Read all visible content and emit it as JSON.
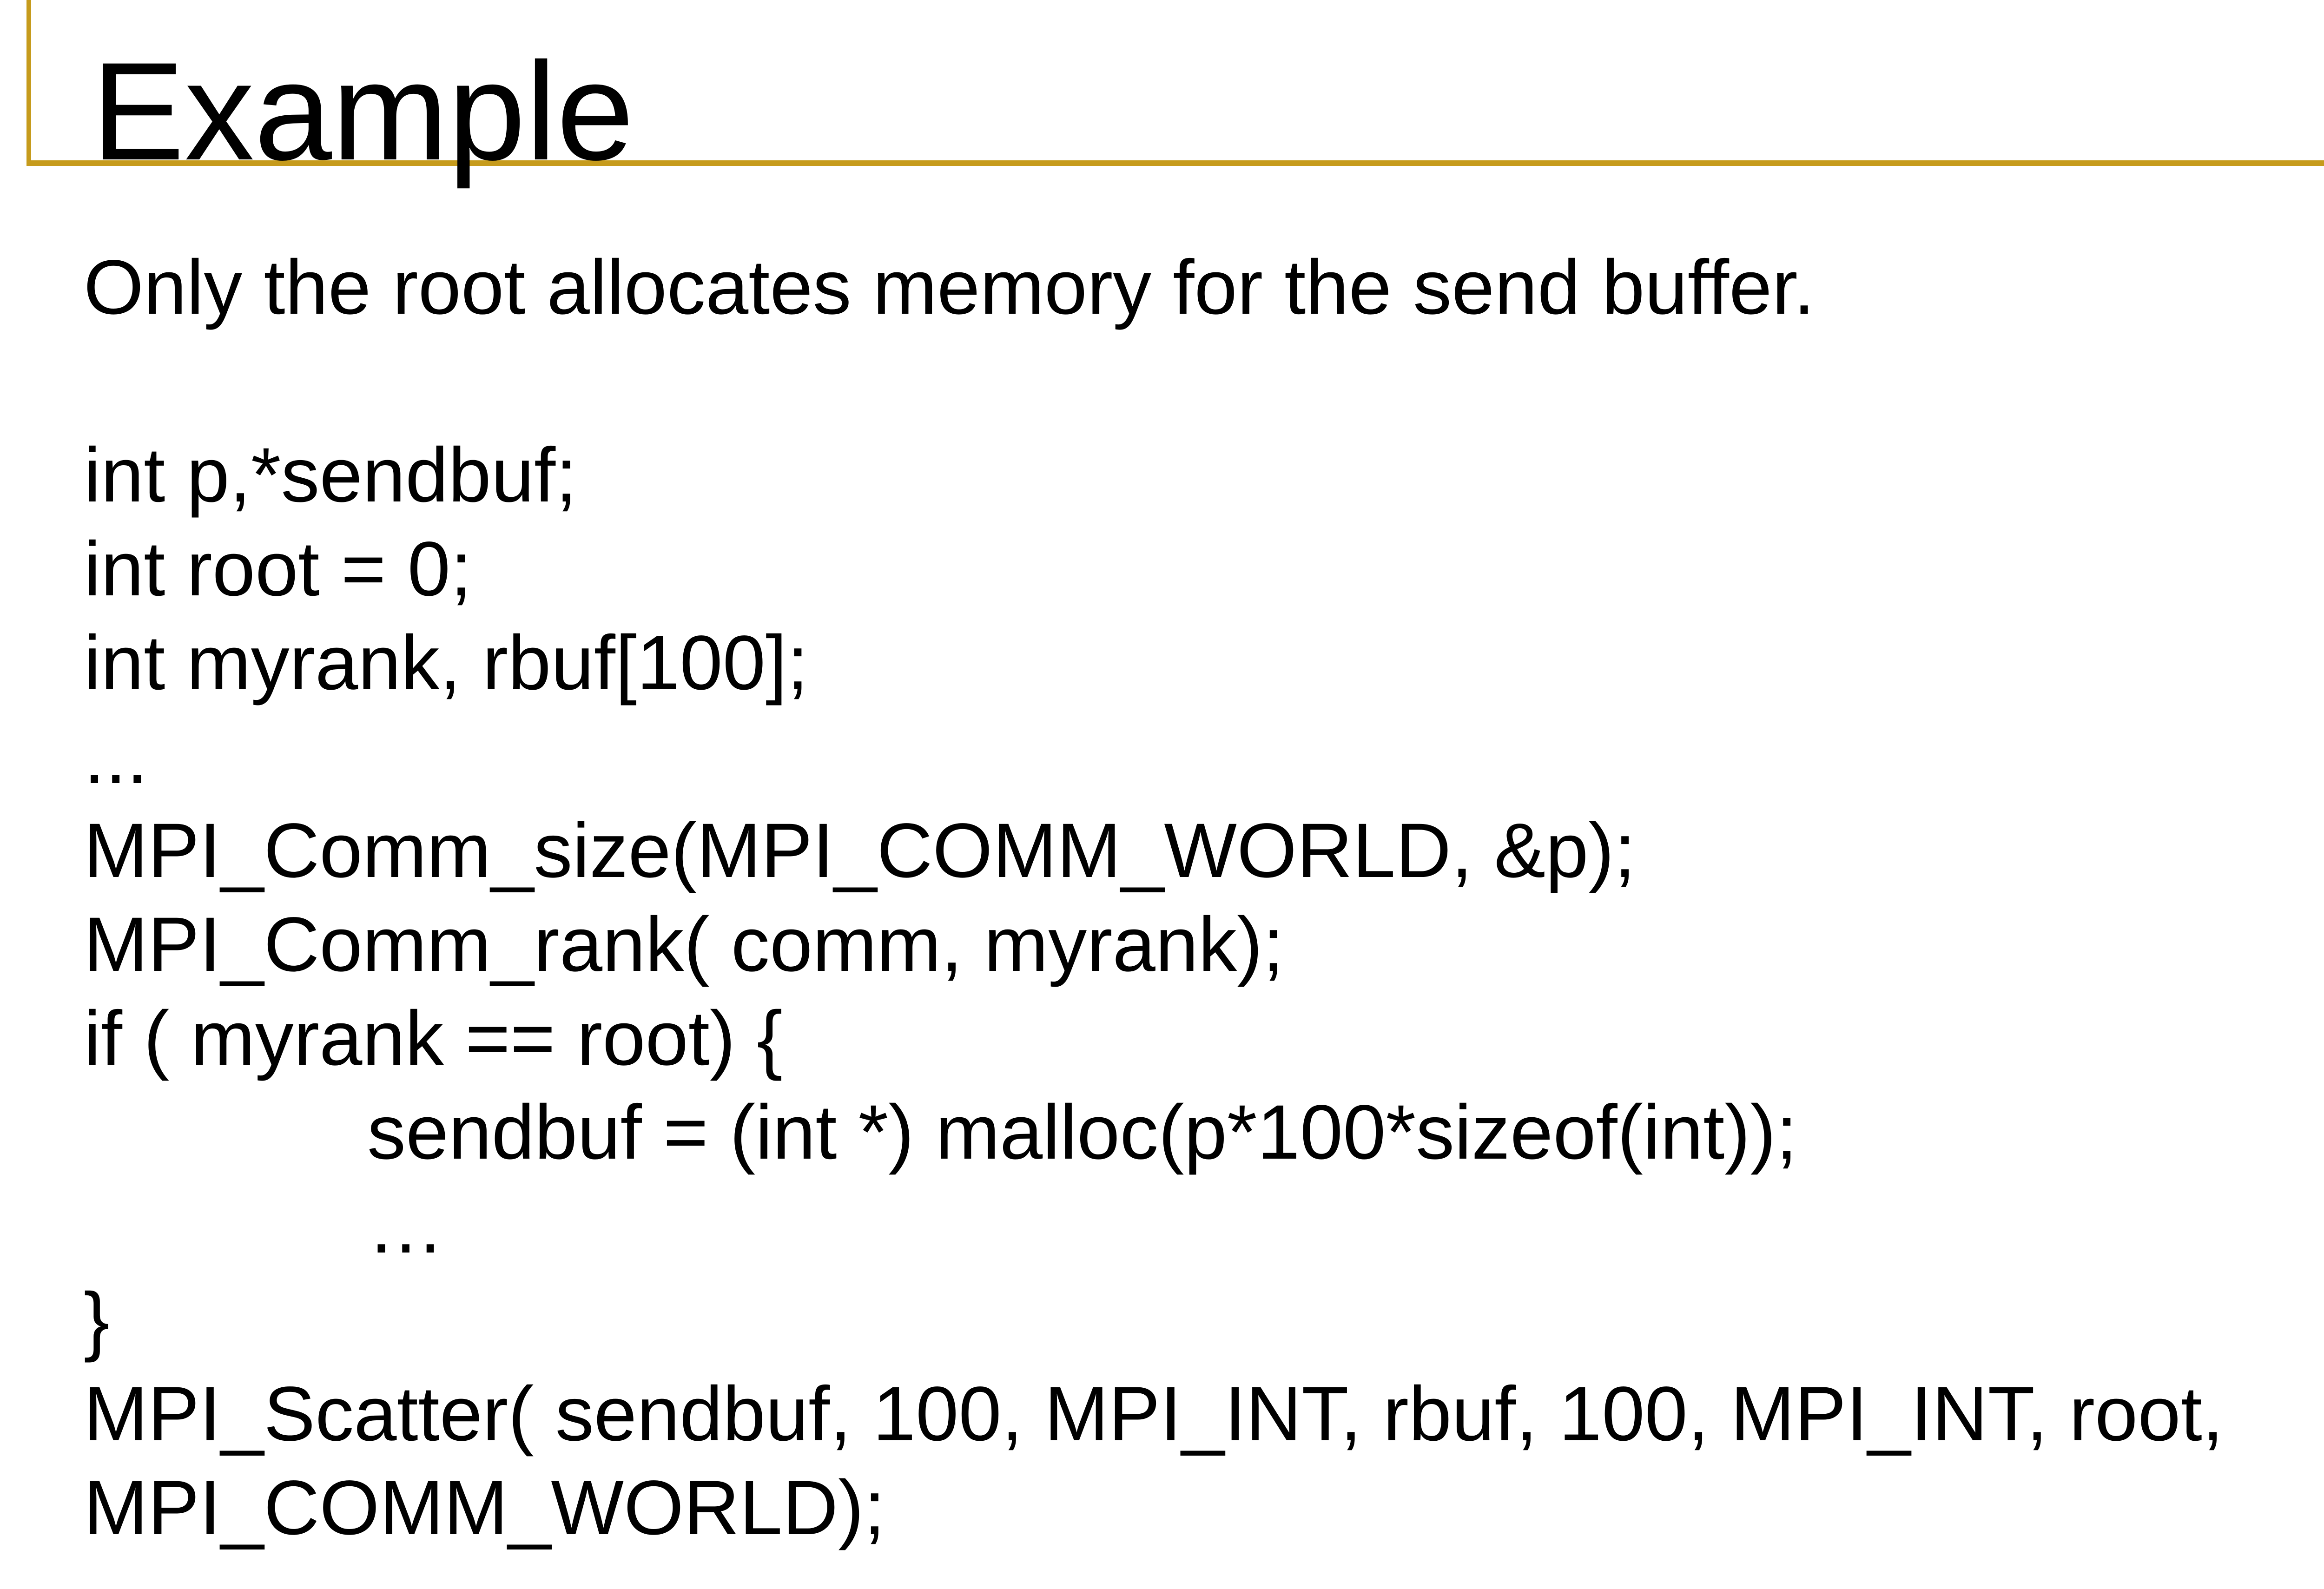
{
  "slide": {
    "title": "Example",
    "intro": "Only the root allocates memory for the send buffer.",
    "code": {
      "lines": [
        {
          "text": "int p,*sendbuf;",
          "indent": false
        },
        {
          "text": "int root = 0;",
          "indent": false
        },
        {
          "text": "int myrank, rbuf[100];",
          "indent": false
        },
        {
          "text": "...",
          "indent": false
        },
        {
          "text": "MPI_Comm_size(MPI_COMM_WORLD, &p);",
          "indent": false
        },
        {
          "text": "MPI_Comm_rank( comm, myrank);",
          "indent": false
        },
        {
          "text": "if ( myrank == root) {",
          "indent": false
        },
        {
          "text": "sendbuf = (int *) malloc(p*100*sizeof(int));",
          "indent": true
        },
        {
          "text": "…",
          "indent": true
        },
        {
          "text": "}",
          "indent": false
        },
        {
          "text": "MPI_Scatter( sendbuf, 100, MPI_INT, rbuf, 100, MPI_INT, root,",
          "indent": false
        },
        {
          "text": "MPI_COMM_WORLD);",
          "indent": false
        }
      ]
    },
    "colors": {
      "accent": "#C69B1C",
      "text": "#000000",
      "background": "#FFFFFF"
    }
  }
}
